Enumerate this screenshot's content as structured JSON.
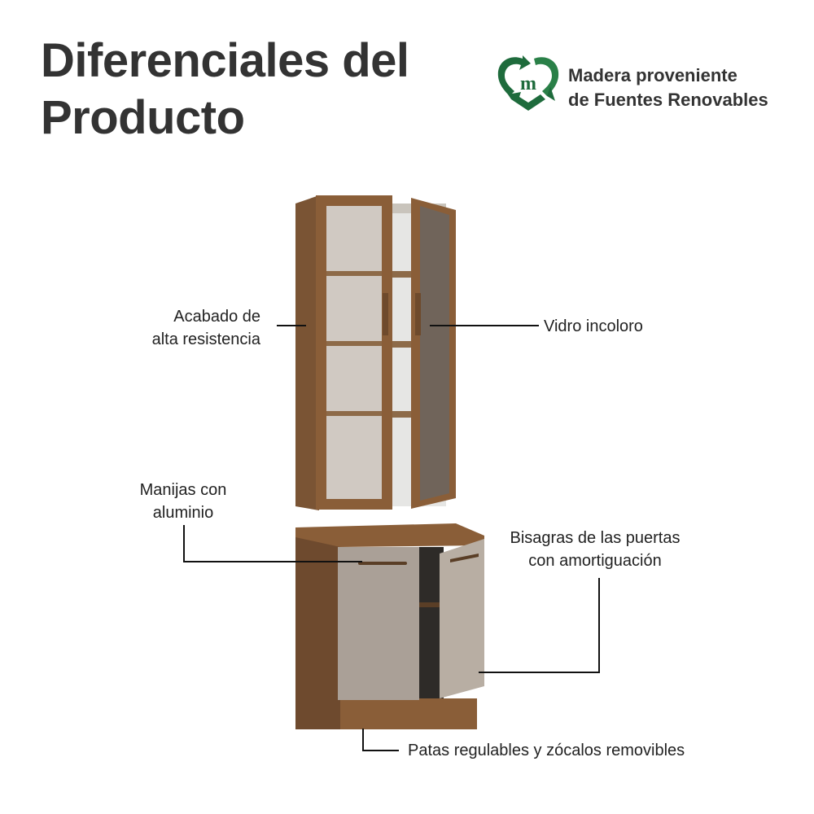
{
  "header": {
    "title_line1": "Diferenciales del",
    "title_line2": "Producto"
  },
  "badge": {
    "icon": "recycle-heart-icon",
    "logo_letter": "m",
    "line1": "Madera proveniente",
    "line2": "de Fuentes Renovables",
    "color": "#1e6b3c"
  },
  "callouts": {
    "finish": {
      "line1": "Acabado de",
      "line2": "alta resistencia"
    },
    "glass": {
      "line1": "Vidro incoloro"
    },
    "handles": {
      "line1": "Manijas con",
      "line2": "aluminio"
    },
    "hinges": {
      "line1": "Bisagras de las puertas",
      "line2": "con amortiguación"
    },
    "legs": {
      "line1": "Patas regulables y zócalos removibles"
    }
  }
}
